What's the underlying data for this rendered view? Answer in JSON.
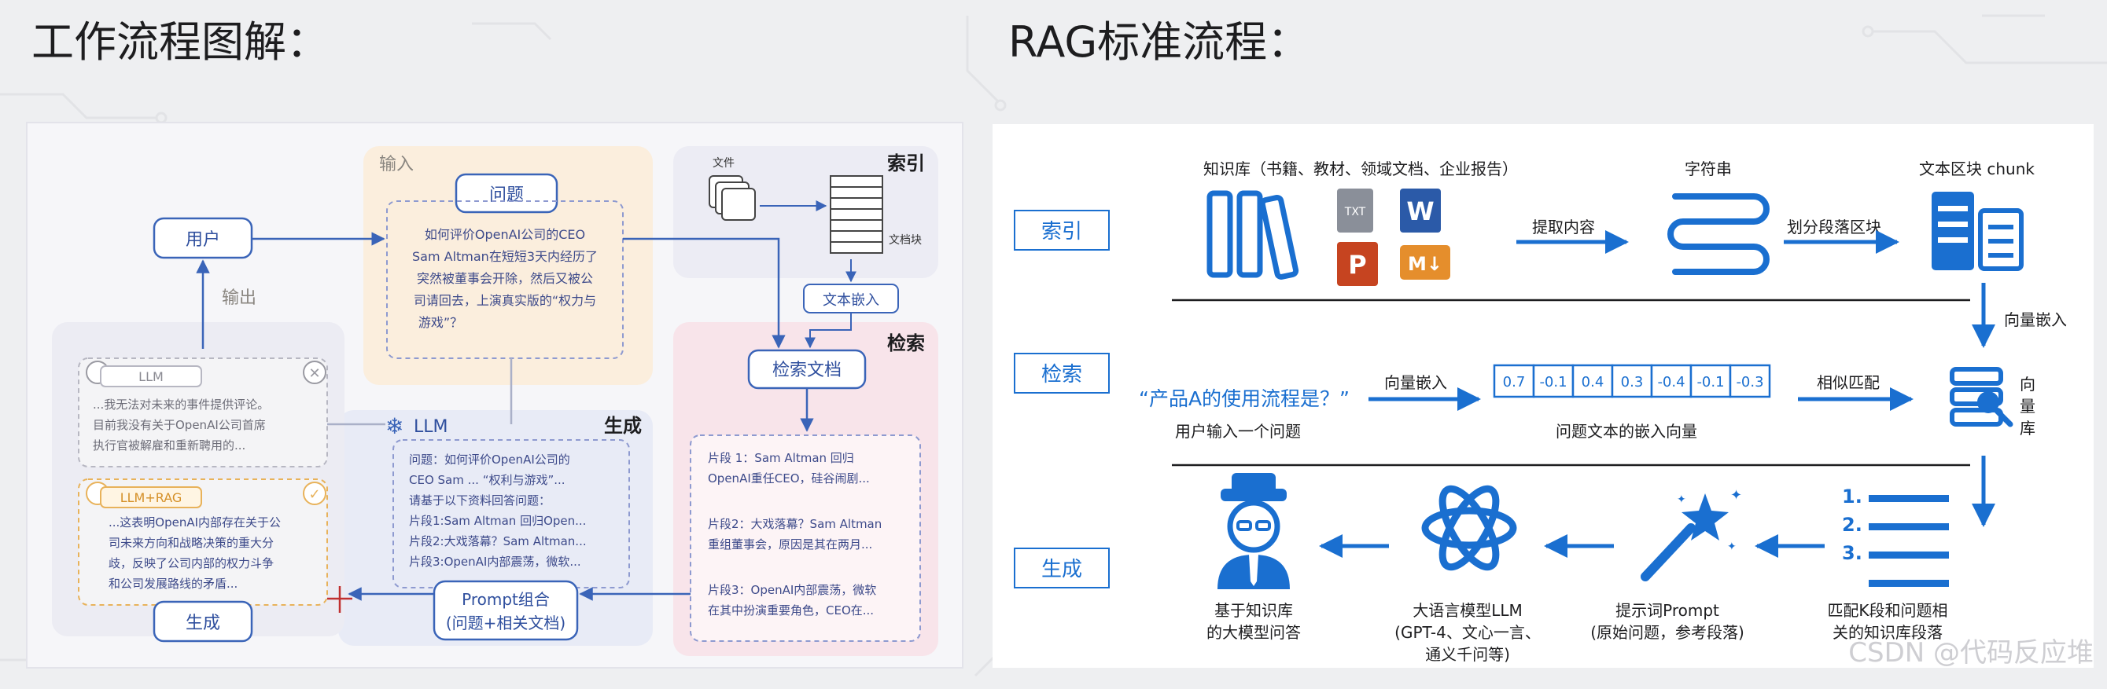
{
  "left": {
    "heading": "工作流程图解：",
    "input_label": "输入",
    "question_label": "问题",
    "question_lines": [
      "如何评价OpenAI公司的CEO",
      "Sam Altman在短短3天内经历了",
      "突然被董事会开除，然后又被公",
      "司请回去，上演真实版的“权力与",
      "游戏”？"
    ],
    "user_label": "用户",
    "output_label": "输出",
    "index_label": "索引",
    "files_label": "文件",
    "chunk_label": "文档块",
    "embed_label": "文本嵌入",
    "retrieve_title": "检索",
    "retrieve_button": "检索文档",
    "fragments": [
      [
        "片段 1：Sam Altman 回归",
        "OpenAI重任CEO，硅谷闹剧..."
      ],
      [
        "片段2：大戏落幕？Sam Altman",
        "重组董事会，原因是其在两月..."
      ],
      [
        "片段3：OpenAI内部震荡，微软",
        "在其中扮演重要角色，CEO在..."
      ]
    ],
    "generate_title": "生成",
    "llm_node": "LLM",
    "prompt_lines": [
      "问题：如何评价OpenAI公司的",
      "CEO Sam ... “权利与游戏”...",
      "请基于以下资料回答问题：",
      "片段1:Sam Altman 回归Open...",
      "片段2:大戏落幕？Sam Altman...",
      "片段3:OpenAI内部震荡，微软..."
    ],
    "prompt_button_line1": "Prompt组合",
    "prompt_button_line2": "(问题+相关文档)",
    "llm_tag": "LLM",
    "llm_answer_lines": [
      "...我无法对未来的事件提供评论。",
      "目前我没有关于OpenAI公司首席",
      "执行官被解雇和重新聘用的..."
    ],
    "rag_tag": "LLM+RAG",
    "rag_answer_lines": [
      "...这表明OpenAI内部存在关于公",
      "司未来方向和战略决策的重大分",
      "歧，反映了公司内部的权力斗争",
      "和公司发展路线的矛盾..."
    ],
    "generate_node": "生成"
  },
  "right": {
    "heading": "RAG标准流程：",
    "row_index": "索引",
    "row_retrieve": "检索",
    "row_generate": "生成",
    "kb_label": "知识库（书籍、教材、领域文档、企业报告）",
    "doc_icons": [
      "TXT",
      "W",
      "P",
      "M↓"
    ],
    "extract_label": "提取内容",
    "string_label": "字符串",
    "split_label": "划分段落区块",
    "chunk_label": "文本区块 chunk",
    "vector_embed_right": "向量嵌入",
    "query_text": "“产品A的使用流程是？”",
    "query_caption": "用户输入一个问题",
    "vector_embed_mid": "向量嵌入",
    "vector_values": [
      "0.7",
      "-0.1",
      "0.4",
      "0.3",
      "-0.4",
      "-0.1",
      "-0.3"
    ],
    "vector_caption": "问题文本的嵌入向量",
    "similarity_label": "相似匹配",
    "vector_db_chars": [
      "向",
      "量",
      "库"
    ],
    "topk_lines": [
      "匹配K段和问题相",
      "关的知识库段落"
    ],
    "prompt_lines": [
      "提示词Prompt",
      "(原始问题，参考段落)"
    ],
    "llm_lines": [
      "大语言模型LLM",
      "(GPT-4、文心一言、",
      "通义千问等)"
    ],
    "answer_lines": [
      "基于知识库",
      "的大模型问答"
    ],
    "list_numbers": [
      "1.",
      "2.",
      "3."
    ]
  },
  "watermark": "CSDN @代码反应堆",
  "colors": {
    "accent_blue": "#1a6fd0",
    "node_blue": "#3a64b8",
    "input_bg": "#fbeedd",
    "index_bg": "#ececf4",
    "retrieve_bg": "#f8e4ea",
    "generate_bg": "#e8ebf6",
    "answer_bg": "#ececf3"
  }
}
